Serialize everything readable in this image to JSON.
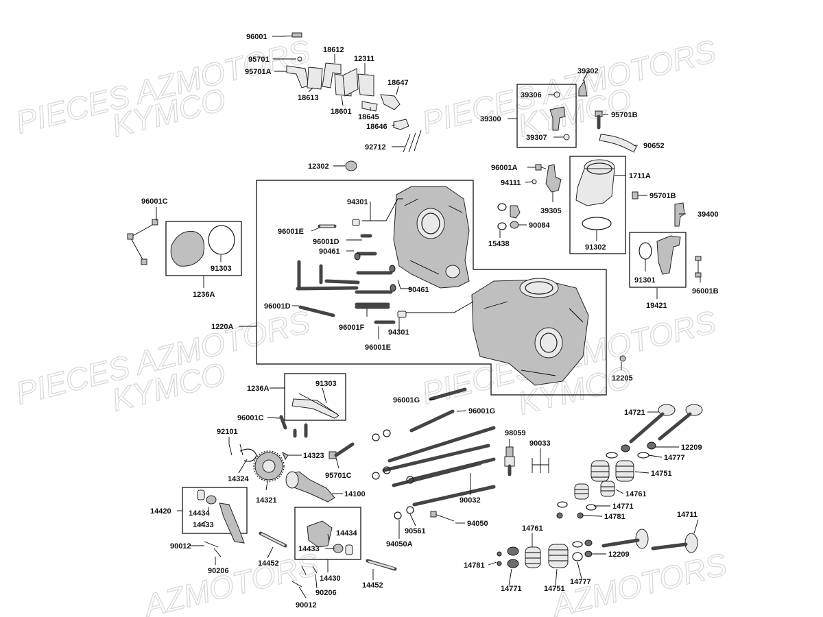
{
  "watermarks": [
    {
      "text": "PIECES AZMOTORS"
    },
    {
      "text": "KYMCO"
    },
    {
      "text": "PIECES AZMOTORS"
    },
    {
      "text": "KYMCO"
    },
    {
      "text": "PIECES AZMOTORS"
    },
    {
      "text": "KYMCO"
    },
    {
      "text": "PIECES AZMOTORS"
    },
    {
      "text": "KYMCO"
    },
    {
      "text": "AZMOTORS"
    },
    {
      "text": "AZMOTORS"
    }
  ],
  "labels": {
    "p96001_top": "96001",
    "p95701": "95701",
    "p95701A": "95701A",
    "p18612": "18612",
    "p12311": "12311",
    "p18647": "18647",
    "p18613": "18613",
    "p18601": "18601",
    "p18645": "18645",
    "p18646": "18646",
    "p92712": "92712",
    "p12302": "12302",
    "p39302": "39302",
    "p39306": "39306",
    "p95701B_a": "95701B",
    "p39300": "39300",
    "p39307": "39307",
    "p90652": "90652",
    "p96001A": "96001A",
    "p1711A": "1711A",
    "p94111": "94111",
    "p95701B_b": "95701B",
    "p39305": "39305",
    "p39400": "39400",
    "p90084": "90084",
    "p15438": "15438",
    "p91302": "91302",
    "p96001C_a": "96001C",
    "p91303_a": "91303",
    "p1236A_a": "1236A",
    "p94301_a": "94301",
    "p96001E_a": "96001E",
    "p96001D_a": "96001D",
    "p90461_a": "90461",
    "p90461_b": "90461",
    "p96001D_b": "96001D",
    "p1220A": "1220A",
    "p96001F": "96001F",
    "p94301_b": "94301",
    "p96001E_b": "96001E",
    "p91301": "91301",
    "p19421": "19421",
    "p96001B": "96001B",
    "p12205": "12205",
    "p1236A_b": "1236A",
    "p91303_b": "91303",
    "p96001C_b": "96001C",
    "p92101": "92101",
    "p14323": "14323",
    "p14324": "14324",
    "p95701C": "95701C",
    "p14321": "14321",
    "p14100": "14100",
    "p14420": "14420",
    "p14434_a": "14434",
    "p14433_a": "14433",
    "p90012_a": "90012",
    "p90206_a": "90206",
    "p14452_a": "14452",
    "p14434_b": "14434",
    "p14433_b": "14433",
    "p14430": "14430",
    "p14452_b": "14452",
    "p90206_b": "90206",
    "p90012_b": "90012",
    "p96001G_a": "96001G",
    "p96001G_b": "96001G",
    "p98059": "98059",
    "p90033": "90033",
    "p90032": "90032",
    "p90561": "90561",
    "p94050": "94050",
    "p94050A": "94050A",
    "p14721": "14721",
    "p12209_a": "12209",
    "p14777_a": "14777",
    "p14751_a": "14751",
    "p14761_a": "14761",
    "p14771_a": "14771",
    "p14781_a": "14781",
    "p14711": "14711",
    "p14761_b": "14761",
    "p12209_b": "12209",
    "p14781_b": "14781",
    "p14771_b": "14771",
    "p14751_b": "14751",
    "p14777_b": "14777"
  }
}
